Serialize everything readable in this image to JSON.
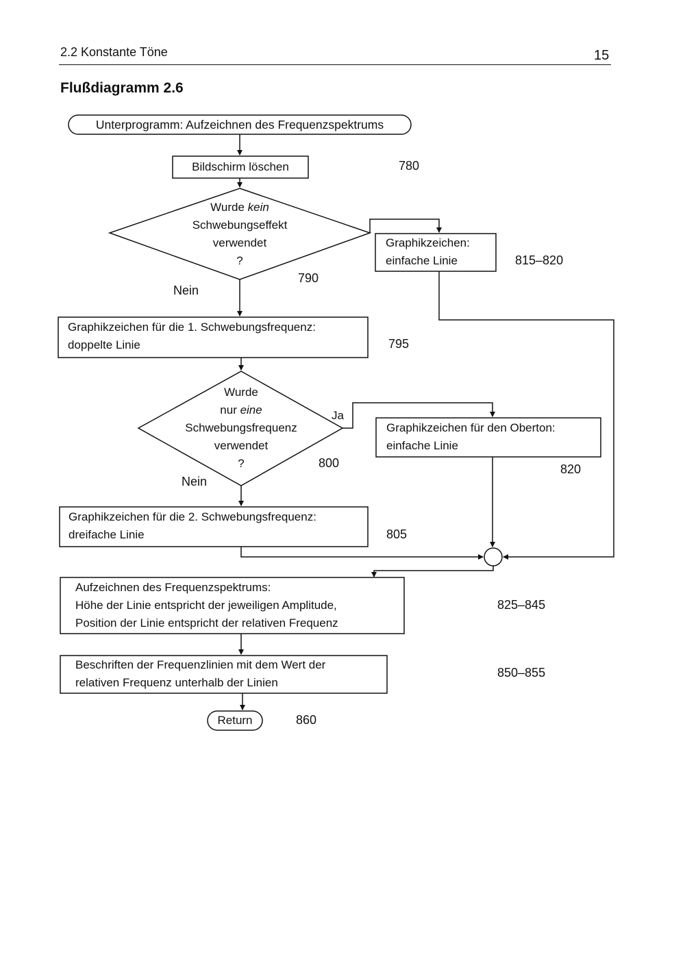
{
  "header": {
    "section": "2.2  Konstante Töne",
    "page_number": "15"
  },
  "figure_title": "Flußdiagramm 2.6",
  "nodes": {
    "start": "Unterprogramm: Aufzeichnen des Frequenzspektrums",
    "clear": "Bildschirm löschen",
    "d1": {
      "line1": "Wurde ",
      "line1_em": "kein",
      "line2": "Schwebungseffekt",
      "line3": "verwendet",
      "line4": "?"
    },
    "single": {
      "line1": "Graphikzeichen:",
      "line2": "einfache Linie"
    },
    "beat1": {
      "line1": "Graphikzeichen für die 1. Schwebungsfrequenz:",
      "line2": "doppelte Linie"
    },
    "d2": {
      "line1": "Wurde",
      "line2": "nur ",
      "line2_em": "eine",
      "line3": "Schwebungsfrequenz",
      "line4": "verwendet",
      "line5": "?"
    },
    "overtone": {
      "line1": "Graphikzeichen für den Oberton:",
      "line2": "einfache Linie"
    },
    "beat2": {
      "line1": "Graphikzeichen für die 2. Schwebungsfrequenz:",
      "line2": "dreifache Linie"
    },
    "plot": {
      "line1": "Aufzeichnen des Frequenzspektrums:",
      "line2": "Höhe der Linie entspricht der jeweiligen Amplitude,",
      "line3": "Position der Linie entspricht der relativen Frequenz"
    },
    "label": {
      "line1": "Beschriften der Frequenzlinien mit dem Wert der",
      "line2": "relativen Frequenz unterhalb der Linien"
    },
    "end": "Return"
  },
  "edge_labels": {
    "nein1": "Nein",
    "ja": "Ja",
    "nein2": "Nein"
  },
  "line_numbers": {
    "clear": "780",
    "d1": "790",
    "single": "815–820",
    "beat1": "795",
    "d2": "800",
    "overtone": "820",
    "beat2": "805",
    "plot": "825–845",
    "label": "850–855",
    "end": "860"
  }
}
